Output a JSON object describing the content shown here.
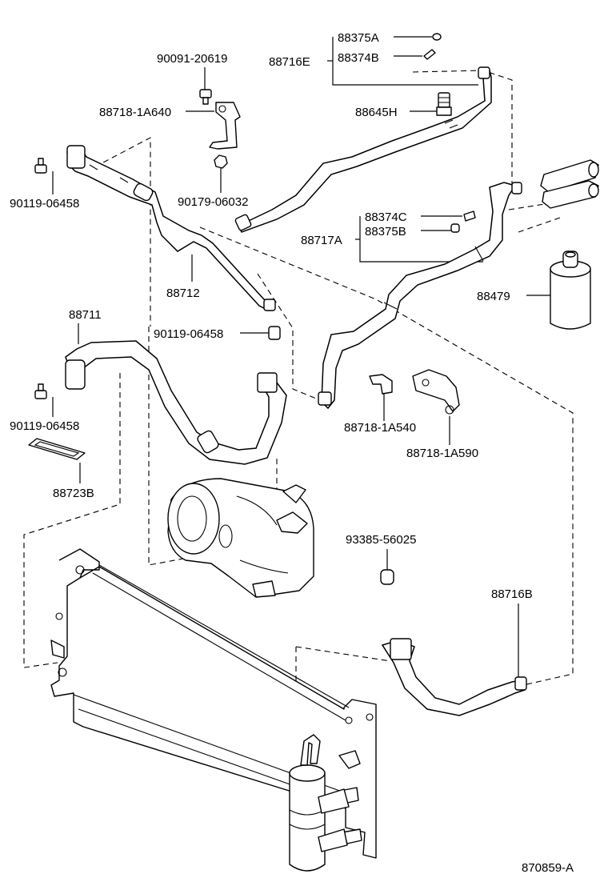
{
  "diagram": {
    "ref_code": "870859-A",
    "labels": {
      "p88375A": "88375A",
      "p88716E": "88716E",
      "p88374B": "88374B",
      "p88645H": "88645H",
      "p90091": "90091-20619",
      "p88718_1A640": "88718-1A640",
      "p90119_a": "90119-06458",
      "p90179": "90179-06032",
      "p88374C": "88374C",
      "p88717A": "88717A",
      "p88375B": "88375B",
      "p88712": "88712",
      "p88479": "88479",
      "p88711": "88711",
      "p90119_b": "90119-06458",
      "p90119_c": "90119-06458",
      "p88718_1A540": "88718-1A540",
      "p88718_1A590": "88718-1A590",
      "p88723B": "88723B",
      "p93385": "93385-56025",
      "p88716B": "88716B"
    }
  }
}
